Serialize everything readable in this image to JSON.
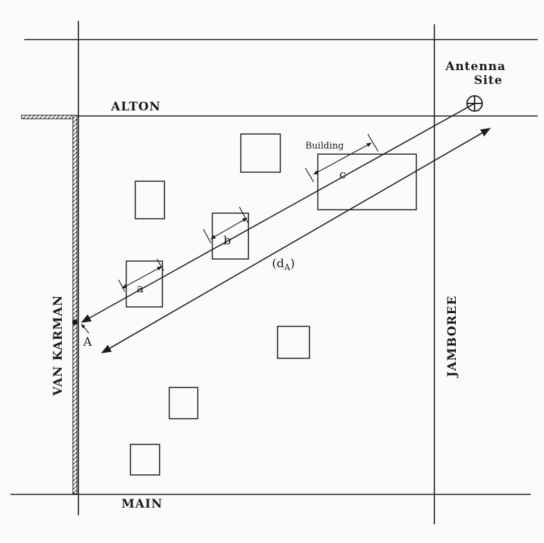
{
  "streets": {
    "top": "ALTON",
    "bottom": "MAIN",
    "left": "VAN KARMAN",
    "right": "JAMBOREE"
  },
  "antenna": {
    "line1": "Antenna",
    "line2": "Site"
  },
  "building_label": "Building",
  "segments": {
    "a": "a",
    "b": "b",
    "c": "c"
  },
  "distance": {
    "open": "(d",
    "sub": "A",
    "close": ")"
  },
  "point": "A",
  "colors": {
    "ink": "#1a1a1a",
    "paper": "#fbfbf9"
  }
}
